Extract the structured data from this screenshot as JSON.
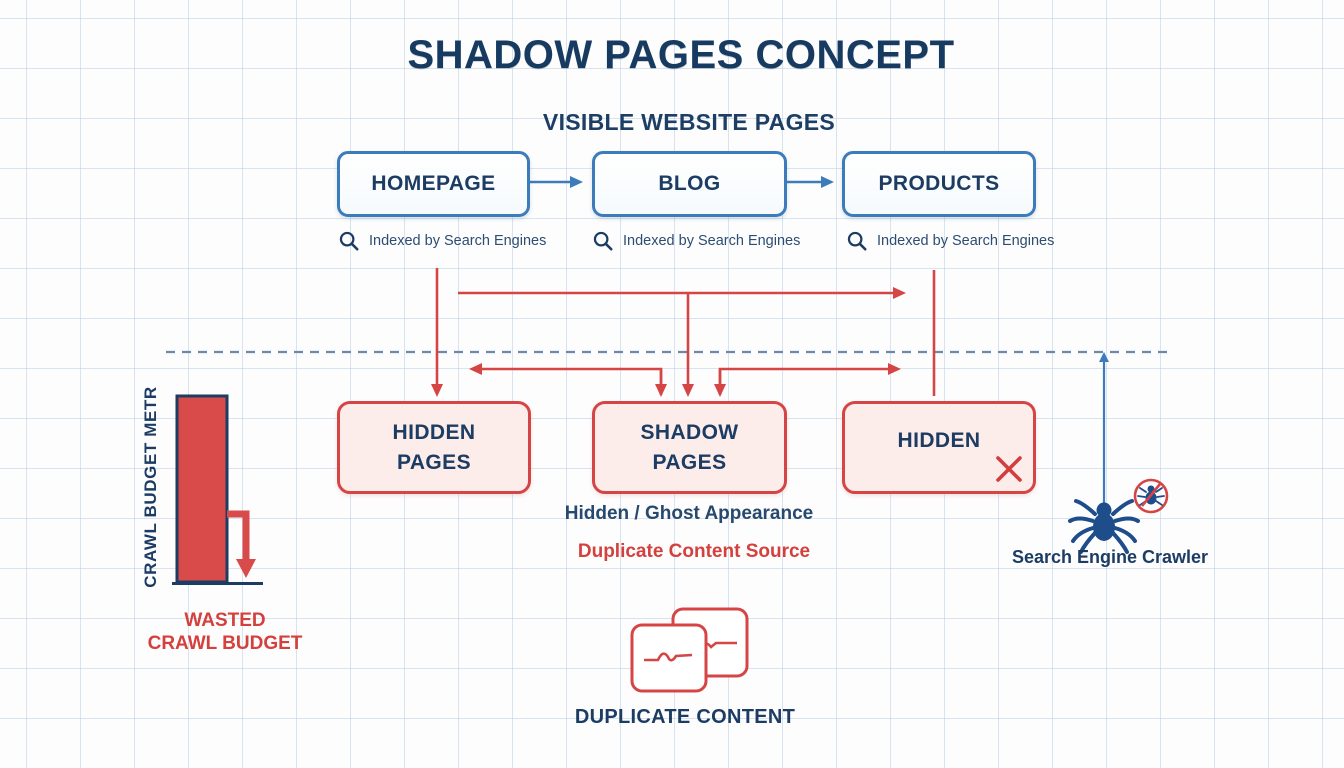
{
  "title": "SHADOW PAGES CONCEPT",
  "visible_section": {
    "heading": "VISIBLE WEBSITE PAGES",
    "pages": [
      {
        "label": "HOMEPAGE",
        "caption": "Indexed by Search Engines"
      },
      {
        "label": "BLOG",
        "caption": "Indexed by Search Engines"
      },
      {
        "label": "PRODUCTS",
        "caption": "Indexed by Search Engines"
      }
    ]
  },
  "hidden_section": {
    "boxes": [
      {
        "label": "HIDDEN\nPAGES"
      },
      {
        "label": "SHADOW\nPAGES"
      },
      {
        "label": "HIDDEN"
      }
    ],
    "note_appearance": "Hidden / Ghost Appearance",
    "note_duplicate": "Duplicate Content Source"
  },
  "crawl_budget": {
    "axis_label": "CRAWL BUDGET METR",
    "wasted_label": "WASTED\nCRAWL BUDGET"
  },
  "crawler": {
    "label": "Search Engine Crawler"
  },
  "duplicate_content": {
    "label": "DUPLICATE CONTENT"
  },
  "colors": {
    "navy": "#1c3c63",
    "steel_blue": "#3c7cba",
    "red": "#d64545",
    "pink_fill": "#fcecea",
    "spider_blue": "#1e4d8c",
    "background": "#fdfdfd"
  }
}
